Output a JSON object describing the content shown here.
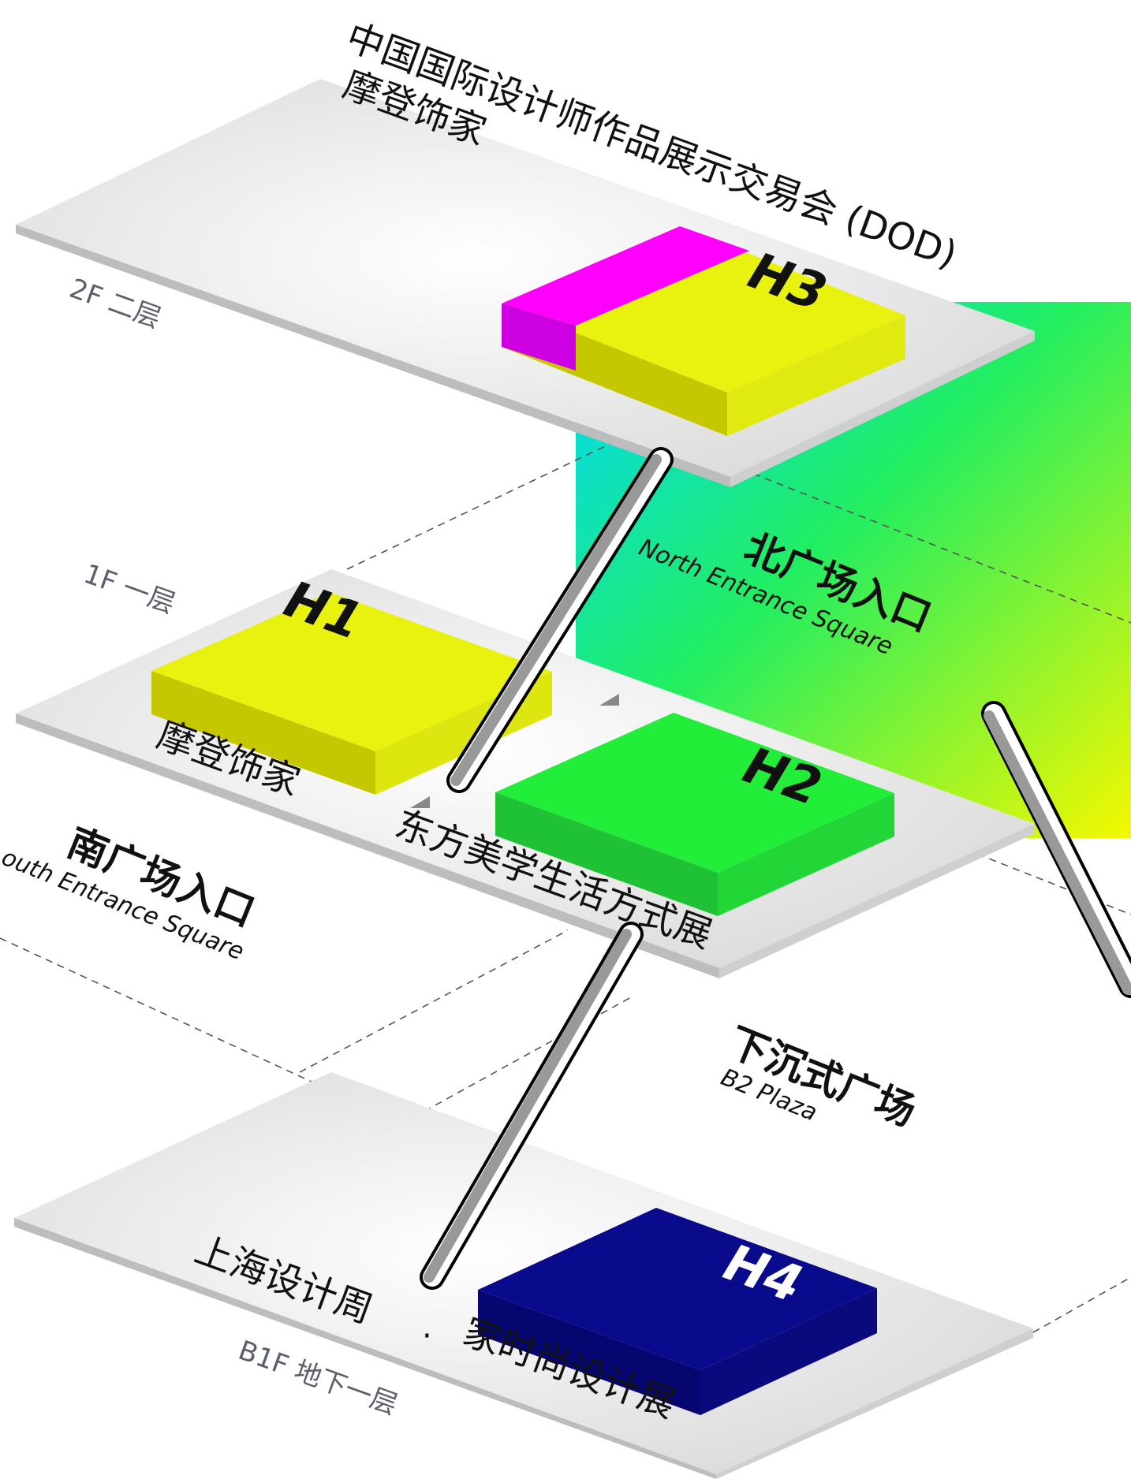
{
  "title": {
    "line1": "中国国际设计师作品展示交易会 (DOD)",
    "line2": "摩登饰家"
  },
  "floors": {
    "f2": "2F 二层",
    "f1": "1F 一层",
    "b1": "B1F 地下一层"
  },
  "halls": {
    "h1": "H1",
    "h2": "H2",
    "h3": "H3",
    "h4": "H4"
  },
  "labels": {
    "h1_name": "摩登饰家",
    "h2_name": "东方美学生活方式展",
    "h4_line1": "上海设计周",
    "h4_dot": "·",
    "h4_line2": "家时尚设计展"
  },
  "areas": {
    "north_cn": "北广场入口",
    "north_en": "North Entrance Square",
    "south_cn": "南广场入口",
    "south_en": "outh Entrance Square",
    "plaza_cn": "下沉式广场",
    "plaza_en": "B2 Plaza"
  },
  "colors": {
    "h1": "#e8f20e",
    "h2": "#22ee3a",
    "h3": "#e8f20e",
    "h3_accent": "#ff00ff",
    "h4": "#0a0a8c",
    "gradient_top": "#00d8ff",
    "gradient_mid": "#22ee60",
    "gradient_bottom": "#f4f800"
  }
}
